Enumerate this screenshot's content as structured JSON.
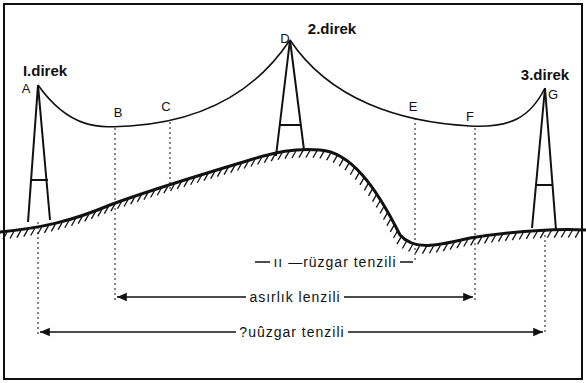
{
  "diagram": {
    "labels": [
      "I.direk",
      "2.direk",
      "3.direk",
      "A",
      "B",
      "C",
      "D",
      "E",
      "F",
      "G",
      "ıı —rüzgar tenzili",
      "asırlık lenzili",
      "?uûzgar tenzili"
    ]
  }
}
